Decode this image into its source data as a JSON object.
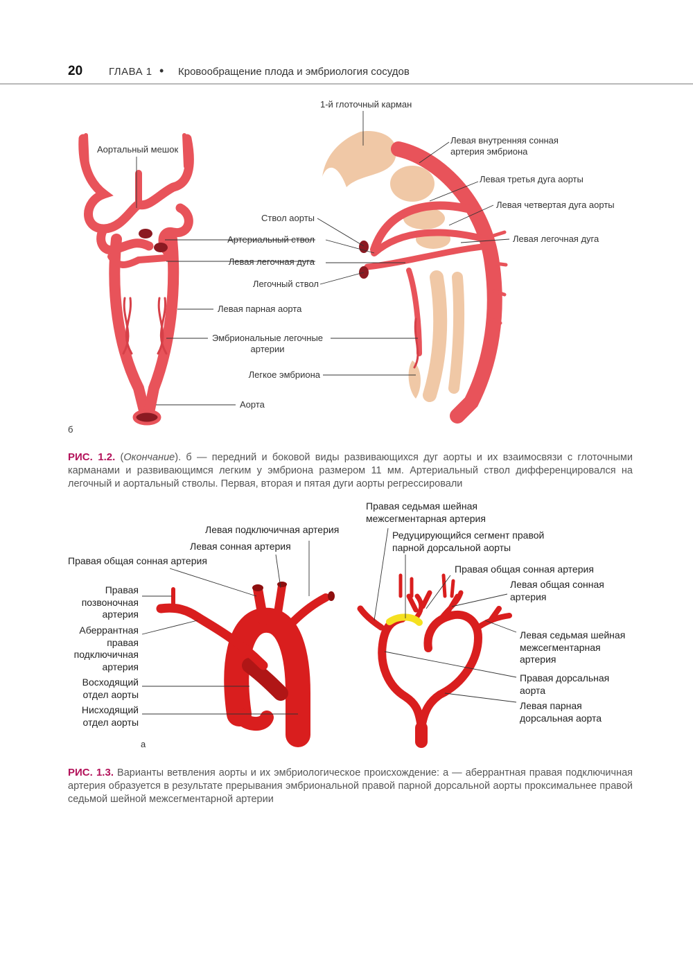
{
  "header": {
    "page_number": "20",
    "chapter": "ГЛАВА 1",
    "bullet": "•",
    "title": "Кровообращение плода и эмбриология сосудов"
  },
  "figure_1_2": {
    "panel_letter": "б",
    "labels": {
      "aortic_sac": "Аортальный мешок",
      "first_pouch": "1-й глоточный карман",
      "left_internal_carotid": "Левая внутренняя сонная\nартерия эмбриона",
      "left_third_arch": "Левая третья дуга аорты",
      "left_fourth_arch": "Левая четвертая дуга аорты",
      "left_pulm_arch_right": "Левая легочная дуга",
      "aortic_trunk": "Ствол аорты",
      "truncus": "Артериальный ствол",
      "left_pulm_arch": "Левая легочная дуга",
      "pulm_trunk": "Легочный ствол",
      "left_paired_aorta": "Левая парная аорта",
      "embryo_pulm_arteries": "Эмбриональные легочные\nартерии",
      "embryo_lung": "Легкое эмбриона",
      "aorta": "Аорта"
    },
    "caption": {
      "fig_label": "РИС. 1.2.",
      "text_before_italic": " (",
      "italic": "Окончание",
      "text": "). б — передний и боковой виды развивающихся дуг аорты и их взаимосвязи с глоточными карманами и развивающимся легким у эмбриона размером 11 мм. Артериальный ствол дифференцировался на легочный и аортальный стволы. Первая, вторая и пятая дуги аорты регрессировали"
    }
  },
  "figure_1_3": {
    "panel_letter": "а",
    "labels": {
      "left_subclavian": "Левая подключичная артерия",
      "left_carotid": "Левая сонная артерия",
      "right_common_carotid": "Правая общая сонная артерия",
      "right_vertebral": "Правая\nпозвоночная\nартерия",
      "aberrant_right_subclavian": "Аберрантная\nправая\nподключичная\nартерия",
      "ascending_aorta": "Восходящий\nотдел аорты",
      "descending_aorta": "Нисходящий\nотдел аорты",
      "right_seventh_intersegmental": "Правая седьмая шейная\nмежсегментарная артерия",
      "reducing_segment": "Редуцирующийся сегмент правой\nпарной дорсальной аорты",
      "right_common_carotid_r": "Правая общая сонная артерия",
      "left_common_carotid": "Левая общая сонная\nартерия",
      "left_seventh_intersegmental": "Левая седьмая шейная\nмежсегментарная\nартерия",
      "right_dorsal_aorta": "Правая дорсальная\nаорта",
      "left_paired_dorsal_aorta": "Левая парная\nдорсальная аорта"
    },
    "caption": {
      "fig_label": "РИС. 1.3.",
      "text": " Варианты ветвления аорты и их эмбриологическое происхождение: а — аберрантная правая подключичная артерия образуется в результате прерывания эмбриональной правой парной дорсальной аорты проксимальнее правой седьмой шейной межсегментарной артерии"
    }
  },
  "colors": {
    "artery": "#e8535a",
    "artery_dark": "#c93a42",
    "artery_red": "#d91e1e",
    "pouch": "#f0c8a6",
    "reducing_segment": "#f5e020",
    "caption_label": "#b3125a",
    "rule": "#b9b9b9"
  }
}
